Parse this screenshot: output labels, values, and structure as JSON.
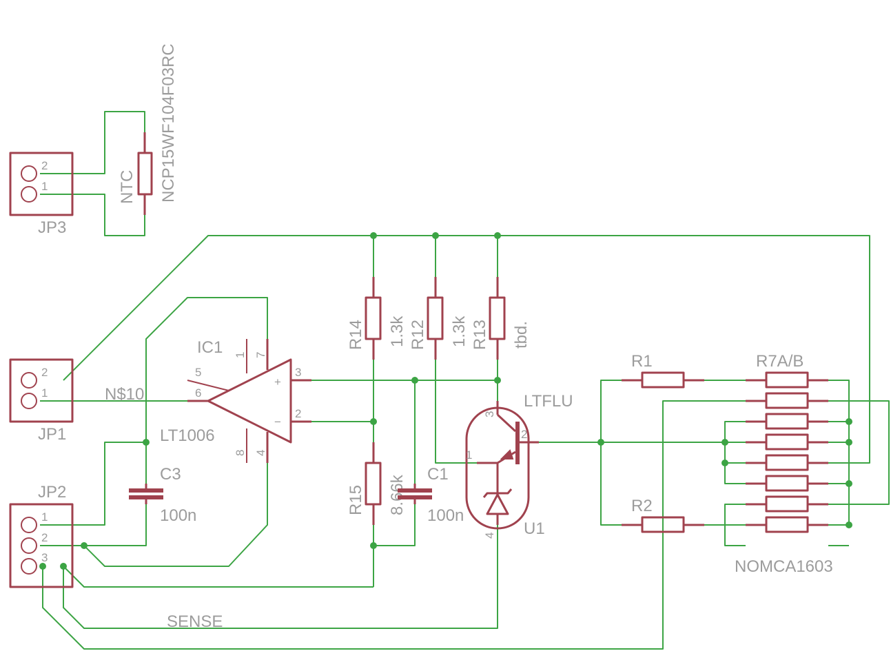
{
  "connectors": {
    "jp1": {
      "name": "JP1",
      "pins": [
        "2",
        "1"
      ]
    },
    "jp2": {
      "name": "JP2",
      "pins": [
        "1",
        "2",
        "3"
      ]
    },
    "jp3": {
      "name": "JP3",
      "pins": [
        "2",
        "1"
      ]
    }
  },
  "ntc": {
    "label": "NTC",
    "part": "NCP15WF104F03RC"
  },
  "opamp": {
    "name": "IC1",
    "part": "LT1006",
    "pins": {
      "p1": "1",
      "p2": "2",
      "p3": "3",
      "p4": "4",
      "p5": "5",
      "p6": "6",
      "p7": "7",
      "p8": "8"
    },
    "plus": "+",
    "minus": "−"
  },
  "resistors": {
    "r14": {
      "name": "R14",
      "value": "1.3k"
    },
    "r12": {
      "name": "R12",
      "value": "1.3k"
    },
    "r13": {
      "name": "R13",
      "value": "tbd."
    },
    "r15": {
      "name": "R15",
      "value": "8.66k"
    },
    "r1": {
      "name": "R1"
    },
    "r2": {
      "name": "R2"
    }
  },
  "capacitors": {
    "c1": {
      "name": "C1",
      "value": "100n"
    },
    "c3": {
      "name": "C3",
      "value": "100n"
    }
  },
  "ref": {
    "name": "U1",
    "part": "LTFLU",
    "pins": {
      "p1": "1",
      "p2": "2",
      "p3": "3",
      "p4": "4"
    }
  },
  "network": {
    "name": "R7A/B",
    "part": "NOMCA1603"
  },
  "nets": {
    "n10": "N$10",
    "sense": "SENSE"
  },
  "colors": {
    "wire": "#3ca444",
    "symbol": "#a0424e",
    "text": "#9c9c9c",
    "background": "#ffffff"
  }
}
